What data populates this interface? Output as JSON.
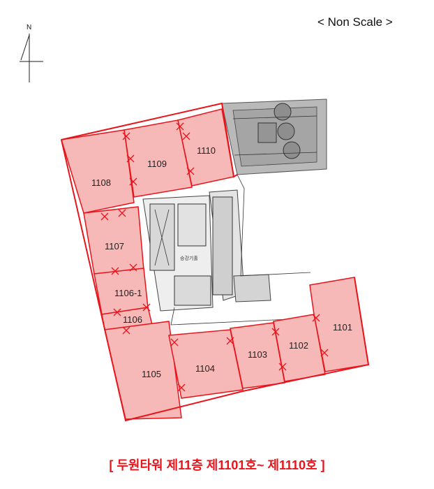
{
  "scale_note": "< Non Scale >",
  "north_label": "N",
  "caption": "[ 두원타워 제11층 제1101호~ 제1110호 ]",
  "core_label": "승강기홀",
  "colors": {
    "unit_fill": "#f7b8b8",
    "unit_stroke": "#e8141b",
    "caption": "#e8141b",
    "core_grey": "#9a9a9a"
  },
  "units": [
    {
      "id": "1101",
      "label": "1101"
    },
    {
      "id": "1102",
      "label": "1102"
    },
    {
      "id": "1103",
      "label": "1103"
    },
    {
      "id": "1104",
      "label": "1104"
    },
    {
      "id": "1105",
      "label": "1105"
    },
    {
      "id": "1106",
      "label": "1106"
    },
    {
      "id": "1106-1",
      "label": "1106-1"
    },
    {
      "id": "1107",
      "label": "1107"
    },
    {
      "id": "1108",
      "label": "1108"
    },
    {
      "id": "1109",
      "label": "1109"
    },
    {
      "id": "1110",
      "label": "1110"
    }
  ]
}
